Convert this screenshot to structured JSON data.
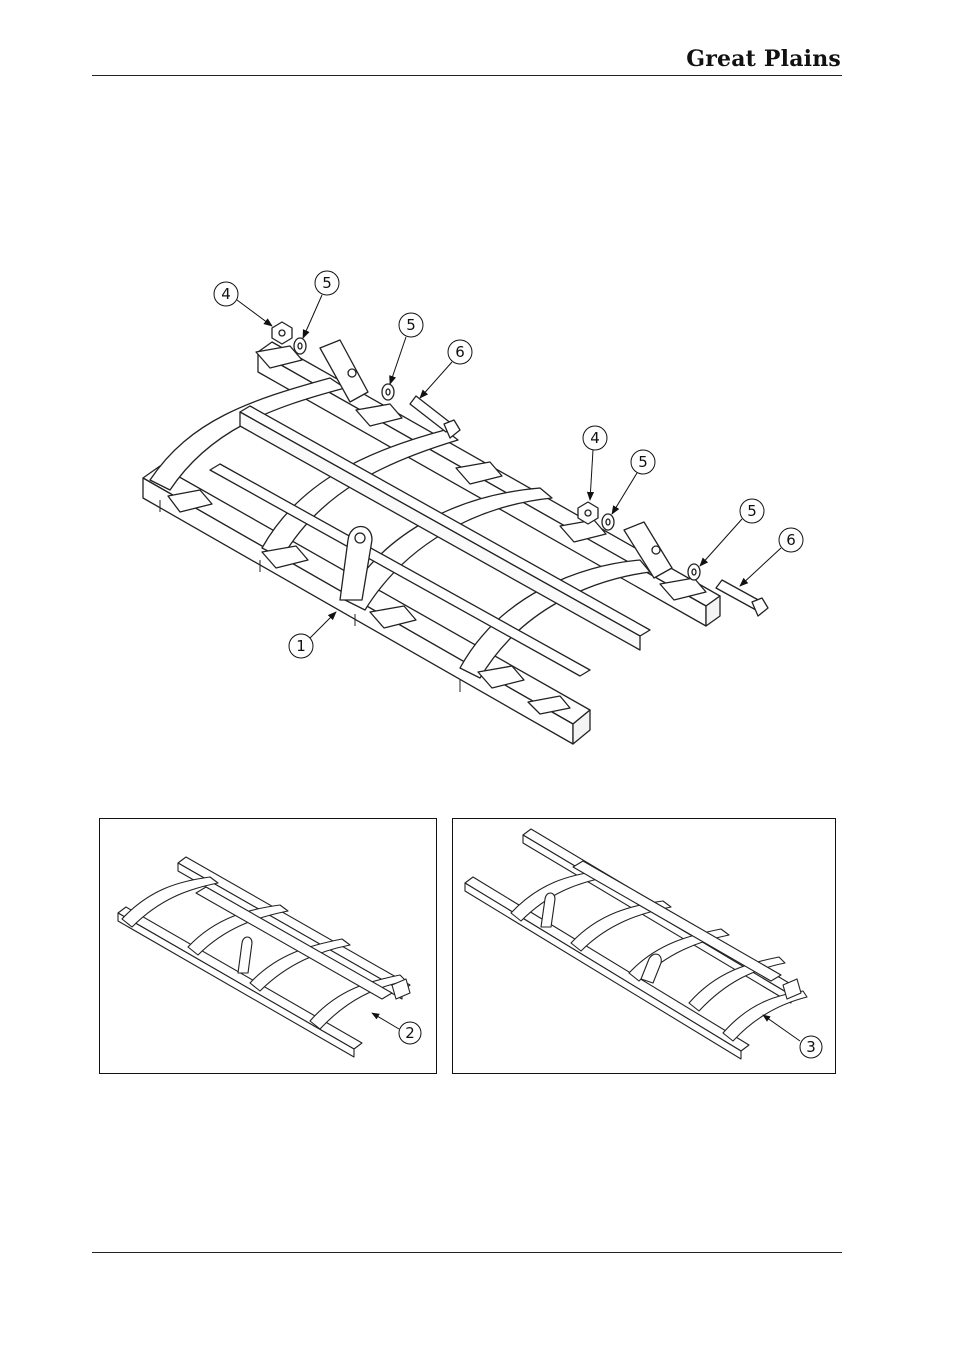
{
  "header": {
    "brand": "Great Plains"
  },
  "main_diagram": {
    "callouts": [
      {
        "id": "c4a",
        "label": "4"
      },
      {
        "id": "c5a",
        "label": "5"
      },
      {
        "id": "c5b",
        "label": "5"
      },
      {
        "id": "c6a",
        "label": "6"
      },
      {
        "id": "c4b",
        "label": "4"
      },
      {
        "id": "c5c",
        "label": "5"
      },
      {
        "id": "c5d",
        "label": "5"
      },
      {
        "id": "c6b",
        "label": "6"
      },
      {
        "id": "c1",
        "label": "1"
      }
    ]
  },
  "insets": [
    {
      "callout": "2"
    },
    {
      "callout": "3"
    }
  ]
}
